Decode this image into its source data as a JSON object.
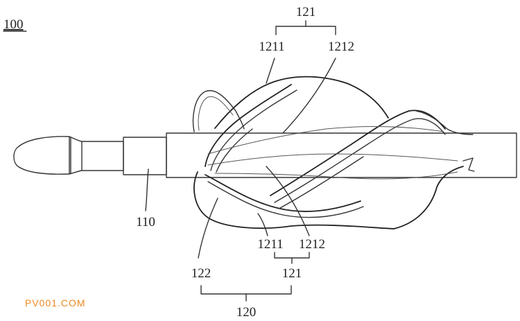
{
  "figure": {
    "number": "100",
    "labels": {
      "top_group": "121",
      "top_left": "1211",
      "top_right": "1212",
      "shaft": "110",
      "bottom_left": "1211",
      "bottom_right": "1212",
      "bottom_group": "121",
      "balloon": "122",
      "assembly": "120"
    }
  },
  "watermark": {
    "text": "PV001.COM",
    "color": "#f08a24"
  }
}
